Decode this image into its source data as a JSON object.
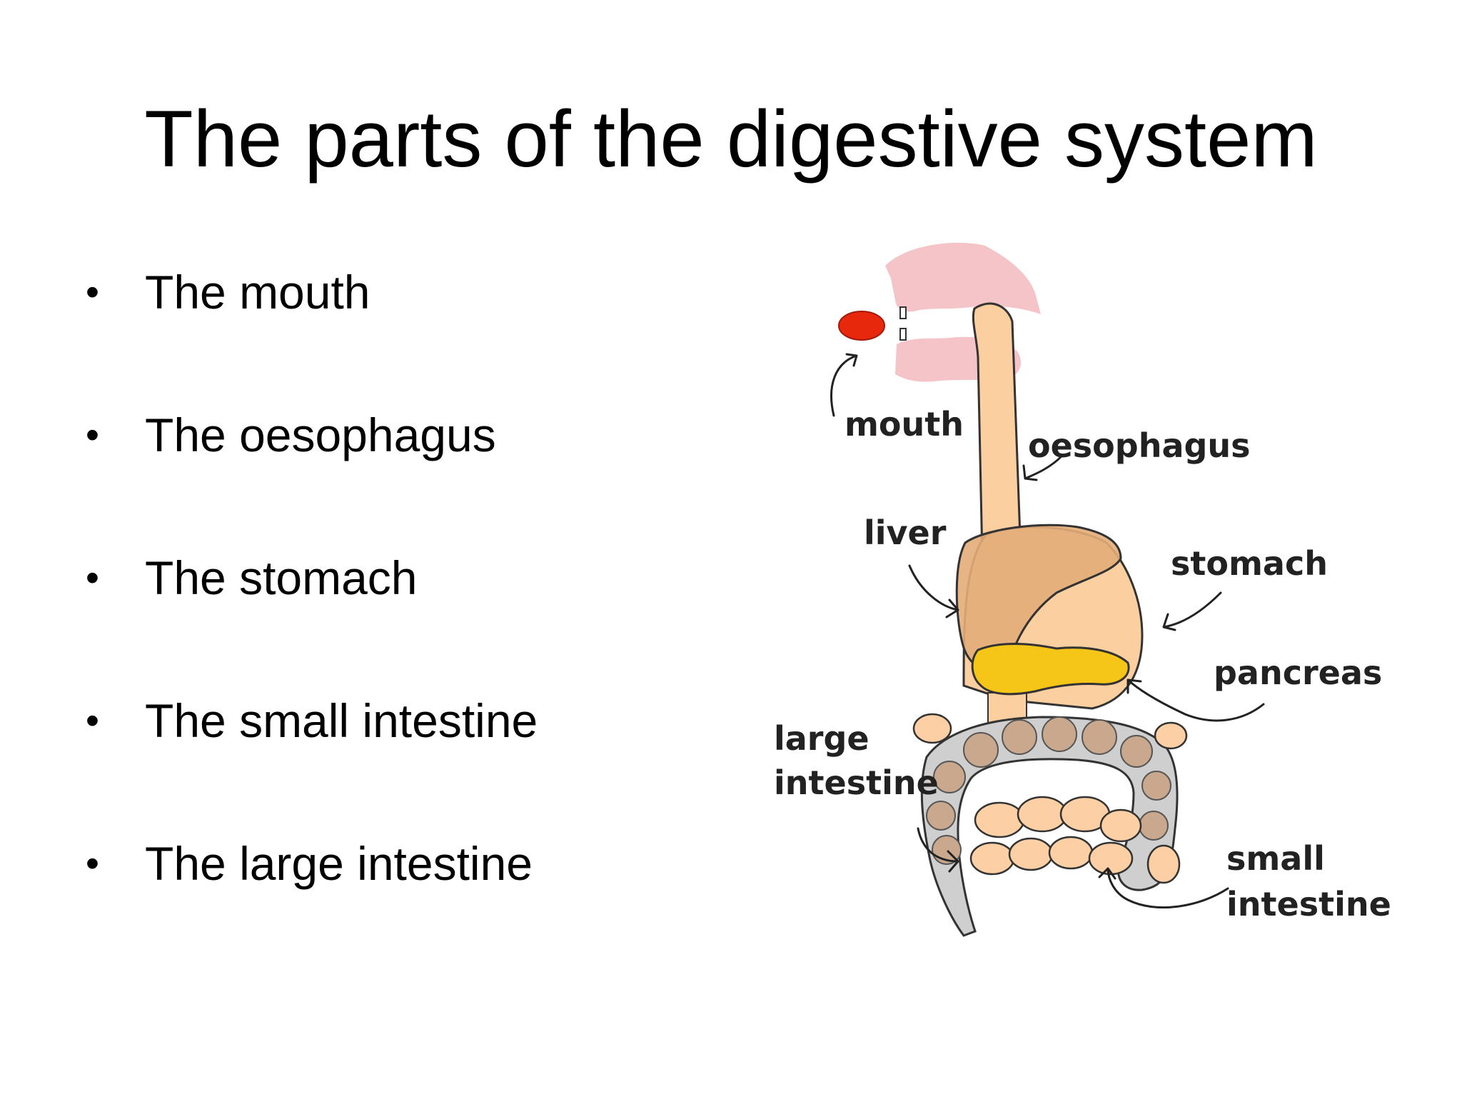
{
  "slide": {
    "title": "The parts of the digestive system",
    "bullets": [
      "The mouth",
      "The oesophagus",
      "The stomach",
      "The small intestine",
      "The large intestine"
    ]
  },
  "diagram": {
    "labels": {
      "mouth": "mouth",
      "oesophagus": "oesophagus",
      "liver": "liver",
      "stomach": "stomach",
      "pancreas": "pancreas",
      "large_intestine_line1": "large",
      "large_intestine_line2": "intestine",
      "small_intestine_line1": "small",
      "small_intestine_line2": "intestine"
    },
    "colors": {
      "mouth_pink": "#f4c4c8",
      "tongue_red": "#e8280c",
      "oesophagus": "#fbcfa0",
      "liver": "#e3ac78",
      "stomach": "#fbcfa0",
      "pancreas": "#f5c518",
      "small_intestine": "#fcd0a4",
      "large_intestine": "#cfcfcf",
      "colon_folds": "#c9a88e"
    }
  }
}
